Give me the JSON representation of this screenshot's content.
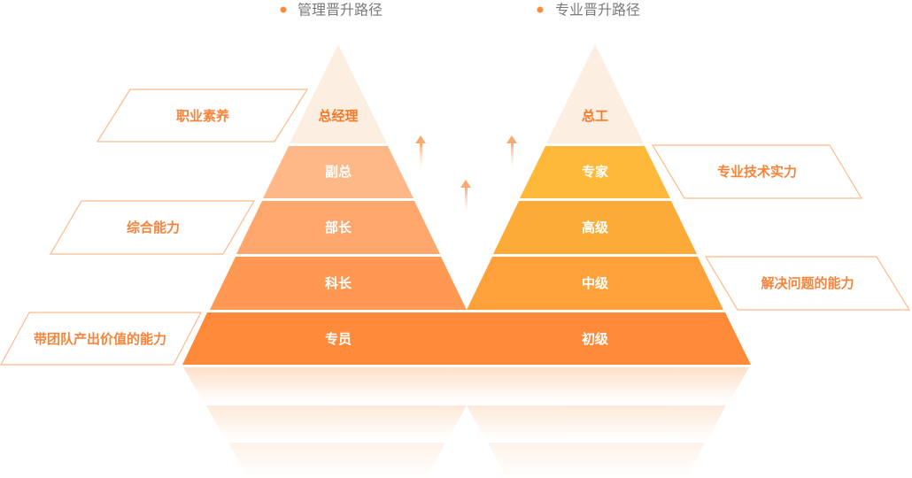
{
  "legend": [
    {
      "label": "管理晋升路径",
      "color": "#ff8a3a"
    },
    {
      "label": "专业晋升路径",
      "color": "#ff8a3a"
    }
  ],
  "management": {
    "levels": [
      "总经理",
      "副总",
      "部长",
      "科长",
      "专员"
    ],
    "colors": [
      "#fdeee2",
      "#feb887",
      "#fea66b",
      "#fe9853",
      "#ff8a3a"
    ]
  },
  "professional": {
    "levels": [
      "总工",
      "专家",
      "高级",
      "中级",
      "初级"
    ],
    "colors": [
      "#fdeee2",
      "#feb93b",
      "#fdab38",
      "#fea13a",
      "#ff8a3a"
    ]
  },
  "abilities": {
    "left": [
      "职业素养",
      "综合能力",
      "带团队产出价值的能力"
    ],
    "right": [
      "专业技术实力",
      "解决问题的能力"
    ]
  },
  "accent": "#ff8a3a"
}
